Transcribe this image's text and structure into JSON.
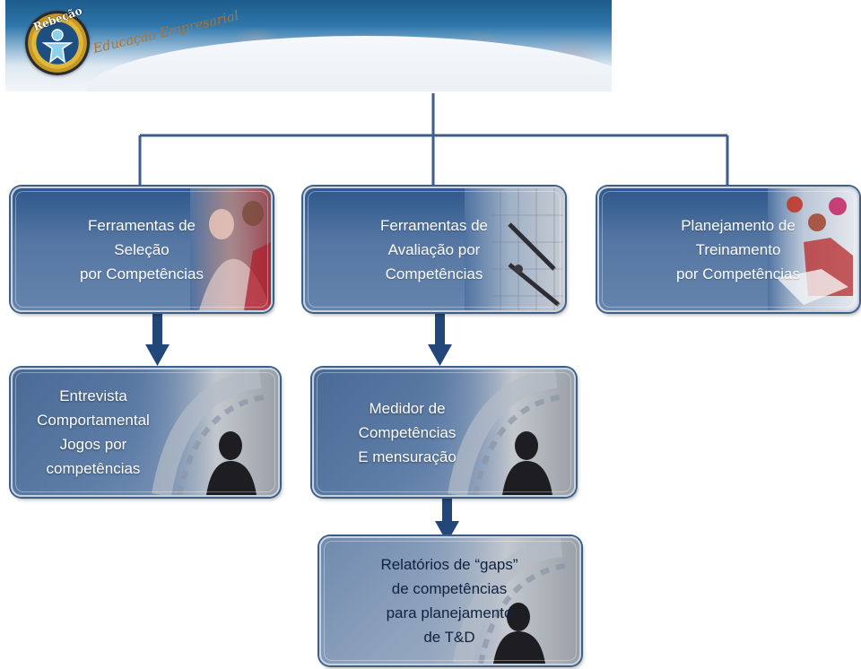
{
  "header": {
    "logo_text": "Rebeção",
    "tagline": "Educação Empresarial"
  },
  "colors": {
    "connector": "#3b5e8e",
    "arrow": "#24477a",
    "box_fill": "#4f73a2",
    "box_text_light": "#ffffff",
    "box_text_dark": "#0f2240"
  },
  "boxes": {
    "selecao": {
      "lines": [
        "Ferramentas de",
        "Seleção",
        "por Competências"
      ],
      "icon": "people-photo"
    },
    "avaliacao": {
      "lines": [
        "Ferramentas de",
        "Avaliação por",
        "Competências"
      ],
      "icon": "drafting-compass-photo"
    },
    "treinamento": {
      "lines": [
        "Planejamento de",
        "Treinamento",
        "por Competências"
      ],
      "icon": "team-photo"
    },
    "entrevista": {
      "lines": [
        "Entrevista",
        "Comportamental",
        "Jogos por",
        "competências"
      ],
      "icon": "silhouette-photo"
    },
    "medidor": {
      "lines": [
        "Medidor de",
        "Competências",
        "E mensuração"
      ],
      "icon": "silhouette-photo"
    },
    "relatorios": {
      "lines": [
        "Relatórios de  “gaps”",
        "de competências",
        "para planejamento",
        "de T&D"
      ],
      "icon": "silhouette-photo"
    }
  }
}
